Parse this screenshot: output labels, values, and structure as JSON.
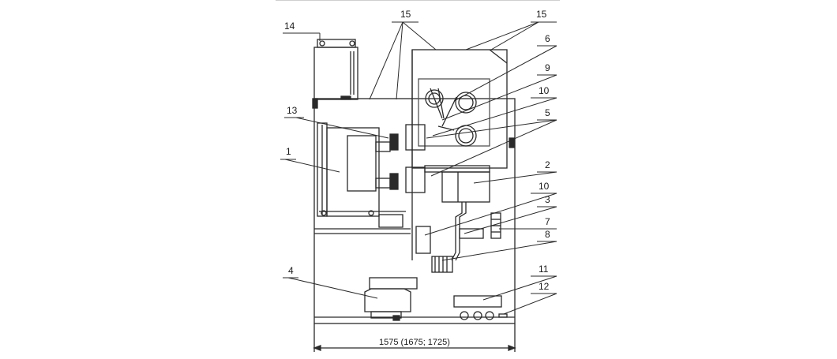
{
  "callouts": [
    {
      "id": "c15a",
      "label": "15"
    },
    {
      "id": "c15b",
      "label": "15"
    },
    {
      "id": "c14",
      "label": "14"
    },
    {
      "id": "c6",
      "label": "6"
    },
    {
      "id": "c9",
      "label": "9"
    },
    {
      "id": "c10a",
      "label": "10"
    },
    {
      "id": "c13",
      "label": "13"
    },
    {
      "id": "c5",
      "label": "5"
    },
    {
      "id": "c1",
      "label": "1"
    },
    {
      "id": "c2",
      "label": "2"
    },
    {
      "id": "c10b",
      "label": "10"
    },
    {
      "id": "c3",
      "label": "3"
    },
    {
      "id": "c7",
      "label": "7"
    },
    {
      "id": "c8",
      "label": "8"
    },
    {
      "id": "c4",
      "label": "4"
    },
    {
      "id": "c11",
      "label": "11"
    },
    {
      "id": "c12",
      "label": "12"
    }
  ],
  "dimension": {
    "text": "1575 (1675; 1725)"
  }
}
